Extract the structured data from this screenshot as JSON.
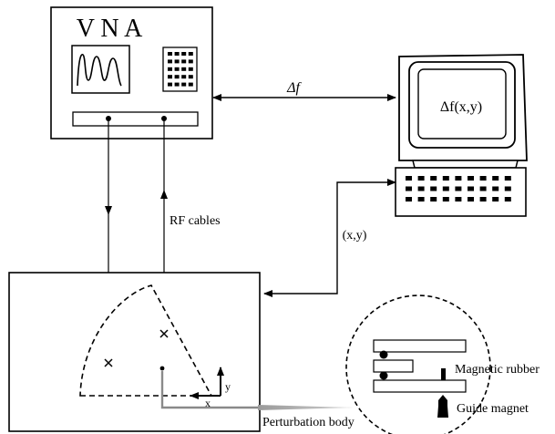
{
  "vna": {
    "title": "V N A"
  },
  "links": {
    "vna_to_computer_label": "Δf",
    "computer_to_scan_label": "(x,y)",
    "cables_label": "RF cables"
  },
  "computer": {
    "screen_label": "Δf(x,y)"
  },
  "detail": {
    "magnetic_rubber_label": "Magnetic rubber",
    "guide_magnet_label": "Guide magnet"
  },
  "scan_area": {
    "axis_x_label": "x",
    "axis_y_label": "y",
    "perturbation_label": "Perturbation body"
  }
}
